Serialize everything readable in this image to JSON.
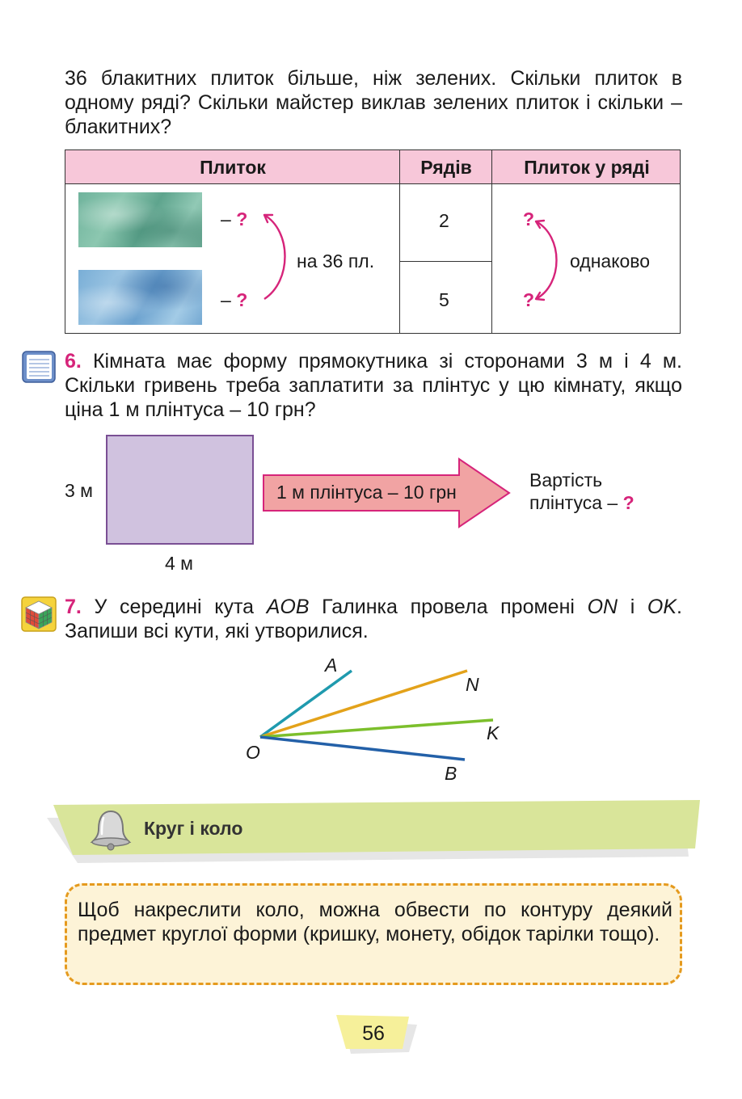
{
  "intro": {
    "text": "36 блакитних плиток більше, ніж зелених. Скільки плиток в одному ряді? Скільки майстер виклав зелених плиток і скільки – блакитних?"
  },
  "table": {
    "headers": [
      "Плиток",
      "Рядів",
      "Плиток у ряді"
    ],
    "green_label": "– ",
    "blue_label": "– ",
    "question": "?",
    "difference": "на 36 пл.",
    "rows_green": "2",
    "rows_blue": "5",
    "per_row_q": "?",
    "same": "однаково"
  },
  "task6": {
    "number": "6.",
    "text": "Кімната має форму прямокутника зі сторонами 3 м і 4 м. Скільки гривень треба заплатити за плінтус у цю кімнату, якщо ціна 1 м плінтуса – 10 грн?",
    "side_left": "3 м",
    "side_bottom": "4 м",
    "arrow_text": "1 м плінтуса – 10 грн",
    "result_line1": "Вартість",
    "result_line2": "плінтуса – ",
    "result_q": "?"
  },
  "task7": {
    "number": "7.",
    "text_parts": [
      "У середині кута ",
      "AOB",
      " Галинка провела промені ",
      "ON",
      " і ",
      "OK",
      ". Запиши всі кути, які утворилися."
    ],
    "labels": {
      "A": "A",
      "N": "N",
      "K": "K",
      "B": "B",
      "O": "O"
    },
    "colors": {
      "OA": "#1f9aae",
      "ON": "#e3a21a",
      "OK": "#7cbf2c",
      "OB": "#2360a8"
    }
  },
  "section": {
    "title": "Круг і коло"
  },
  "rule": {
    "text": "Щоб накреслити коло, можна обвести по контуру деякий предмет круглої форми (кришку, монету, обідок тарілки тощо)."
  },
  "page_number": "56",
  "colors": {
    "accent_pink": "#d6247a",
    "table_header": "#f7c7d9",
    "room_fill": "#d0c2df",
    "arrow_fill": "#f1a3a3",
    "banner": "#d9e59a",
    "rule_fill": "#fdf3d7",
    "rule_border": "#e59a1e",
    "page_tab": "#f6f09a"
  }
}
